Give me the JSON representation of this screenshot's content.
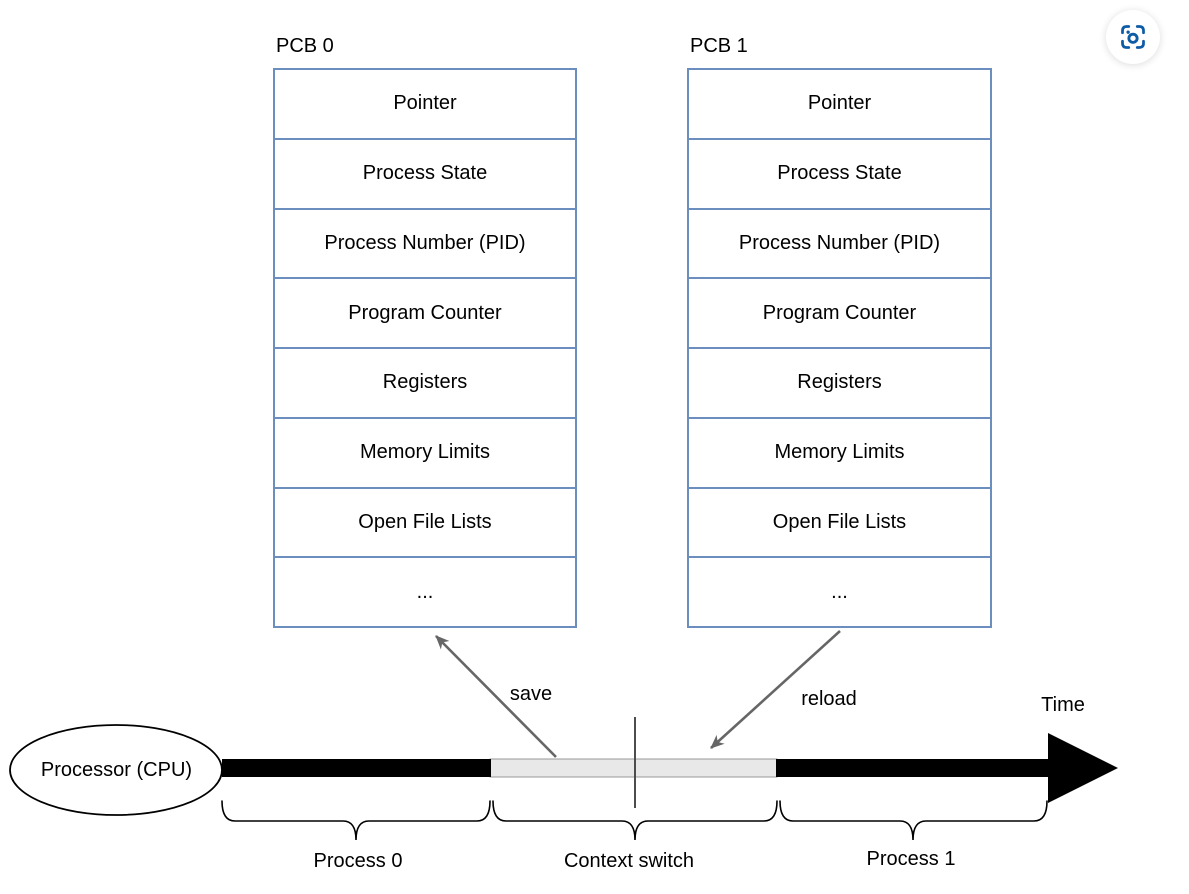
{
  "capture_button": {
    "icon": "screenshot-capture",
    "color": "#0e5ba6"
  },
  "pcbs": [
    {
      "title": "PCB 0",
      "rows": [
        "Pointer",
        "Process State",
        "Process Number (PID)",
        "Program Counter",
        "Registers",
        "Memory Limits",
        "Open File Lists",
        "..."
      ]
    },
    {
      "title": "PCB 1",
      "rows": [
        "Pointer",
        "Process State",
        "Process Number (PID)",
        "Program Counter",
        "Registers",
        "Memory Limits",
        "Open File Lists",
        "..."
      ]
    }
  ],
  "arrows": {
    "save_label": "save",
    "reload_label": "reload"
  },
  "timeline": {
    "cpu_label": "Processor (CPU)",
    "time_label": "Time",
    "segment_labels": [
      "Process 0",
      "Context switch",
      "Process 1"
    ]
  },
  "colors": {
    "table_border": "#6c8ebf",
    "text": "#000000",
    "arrow_gray": "#666666",
    "bar_black": "#000000",
    "context_switch_fill": "#e8e8e8",
    "context_switch_border": "#999999",
    "tick_gray": "#4d4d4d",
    "icon_blue": "#0e5ba6"
  }
}
